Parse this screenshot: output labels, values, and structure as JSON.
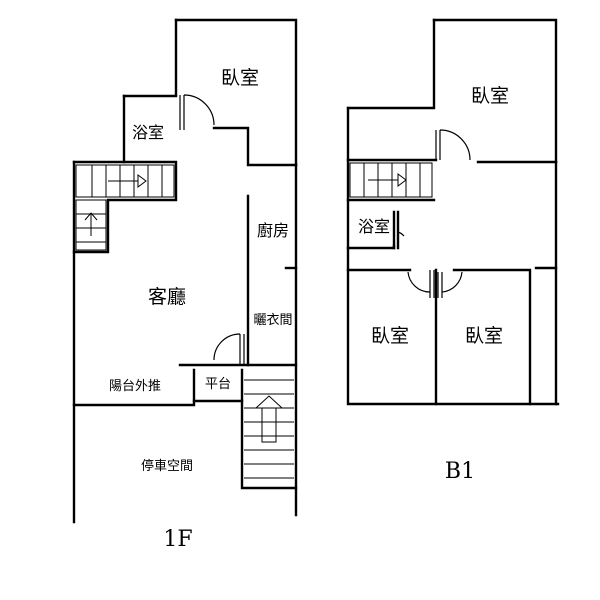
{
  "floor_1f": {
    "label": "1F",
    "rooms": {
      "bedroom": "臥室",
      "bathroom": "浴室",
      "kitchen": "廚房",
      "living_room": "客廳",
      "closet": "曬衣間",
      "balcony_ext": "陽台外推",
      "platform": "平台",
      "parking": "停車空間"
    }
  },
  "floor_b1": {
    "label": "B1",
    "rooms": {
      "bedroom_top": "臥室",
      "bathroom": "浴室",
      "bedroom_left": "臥室",
      "bedroom_right": "臥室"
    }
  }
}
